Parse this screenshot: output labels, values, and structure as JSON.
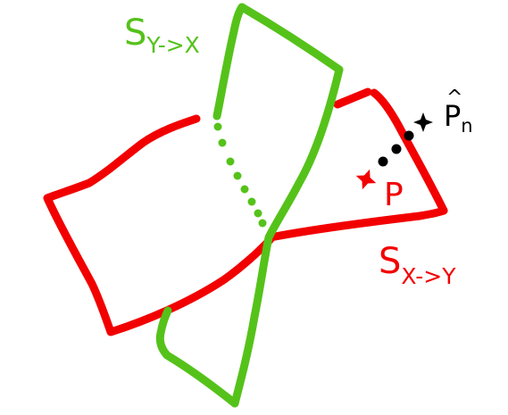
{
  "colors": {
    "red": "#f20000",
    "green": "#55c21a",
    "black": "#000000",
    "background": "#ffffff"
  },
  "labels": {
    "surface_y_to_x": {
      "main": "S",
      "sub": "Y->X"
    },
    "surface_x_to_y": {
      "main": "S",
      "sub": "X->Y"
    },
    "point_p": "P",
    "point_p_hat": {
      "main": "P",
      "accent": "^",
      "sub": "n"
    }
  },
  "icons": {
    "red_point": "red-star-marker",
    "black_point": "black-star-marker",
    "sequence_dots": "black-dot"
  }
}
